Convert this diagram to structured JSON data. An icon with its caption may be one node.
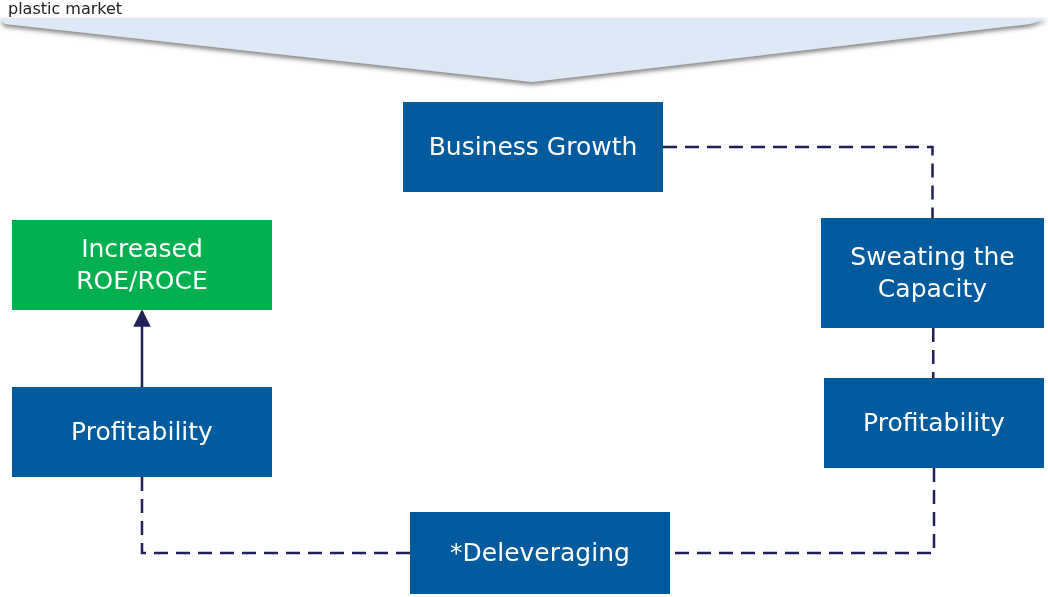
{
  "diagram": {
    "nodes": [
      {
        "text": [],
        "shape": "chevron"
      },
      {
        "text": [
          "Business Growth"
        ]
      },
      {
        "text": [
          "Increased ROE/ROCE"
        ]
      },
      {
        "text": [
          "Sweating the Capacity"
        ]
      },
      {
        "text": [
          "Profitability"
        ]
      },
      {
        "text": [
          "Profitability"
        ]
      },
      {
        "text": [
          "*Deleveraging"
        ]
      }
    ],
    "edges": [
      {
        "from": 1,
        "to": 3,
        "arrow": "none",
        "style": "dashed"
      },
      {
        "from": 3,
        "to": 4,
        "arrow": "none",
        "style": "dashed"
      },
      {
        "from": 4,
        "to": 6,
        "arrow": "none",
        "style": "dashed"
      },
      {
        "from": 6,
        "to": 5,
        "arrow": "none",
        "style": "dashed"
      },
      {
        "from": 5,
        "to": 2,
        "arrow": "to"
      }
    ],
    "labels": [
      "plastic market"
    ]
  }
}
